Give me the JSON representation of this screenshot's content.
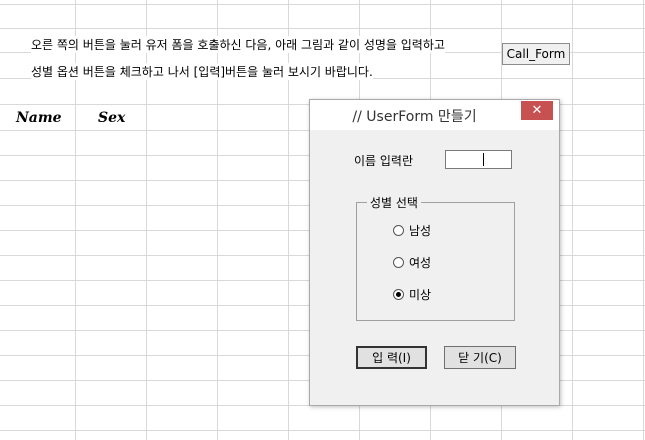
{
  "instructions": {
    "line1": "오른 쪽의 버튼을 눌러 유저 폼을 호출하신 다음, 아래 그림과 같이 성명을 입력하고",
    "line2": "성별 옵션 버튼을 체크하고 나서 [입력]버튼을 눌러 보시기 바랍니다."
  },
  "sheet": {
    "headers": [
      "Name",
      "Sex"
    ],
    "call_button_label": "Call_Form"
  },
  "dialog": {
    "title": "// UserForm 만들기",
    "close_glyph": "✕",
    "name_label": "이름 입력란",
    "name_value": "",
    "group_title": "성별 선택",
    "options": [
      {
        "label": "남성",
        "checked": false
      },
      {
        "label": "여성",
        "checked": false
      },
      {
        "label": "미상",
        "checked": true
      }
    ],
    "input_button_label": "입 력(I)",
    "close_button_label": "닫 기(C)"
  }
}
